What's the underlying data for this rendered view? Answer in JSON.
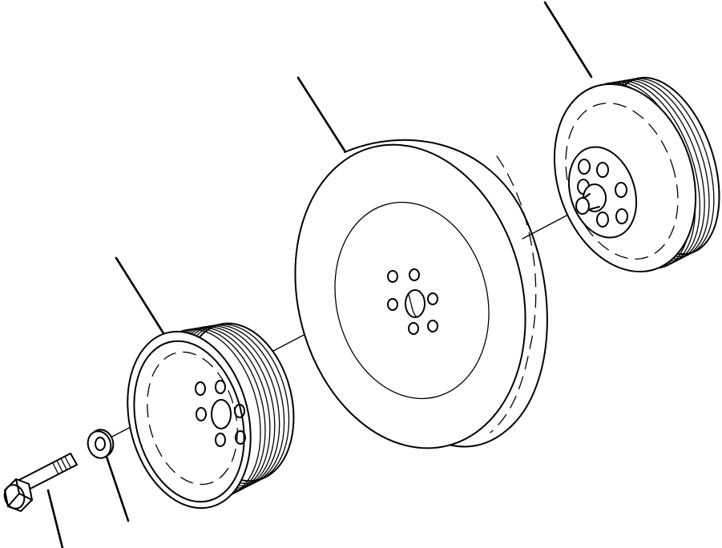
{
  "drawing": {
    "parts": [
      {
        "name": "crankshaft-pulley-hub"
      },
      {
        "name": "vibration-damper"
      },
      {
        "name": "v-ribbed-pulley"
      },
      {
        "name": "washer"
      },
      {
        "name": "flange-bolt"
      }
    ],
    "leader_count": 5,
    "line_color": "#000000",
    "background_color": "#ffffff"
  }
}
